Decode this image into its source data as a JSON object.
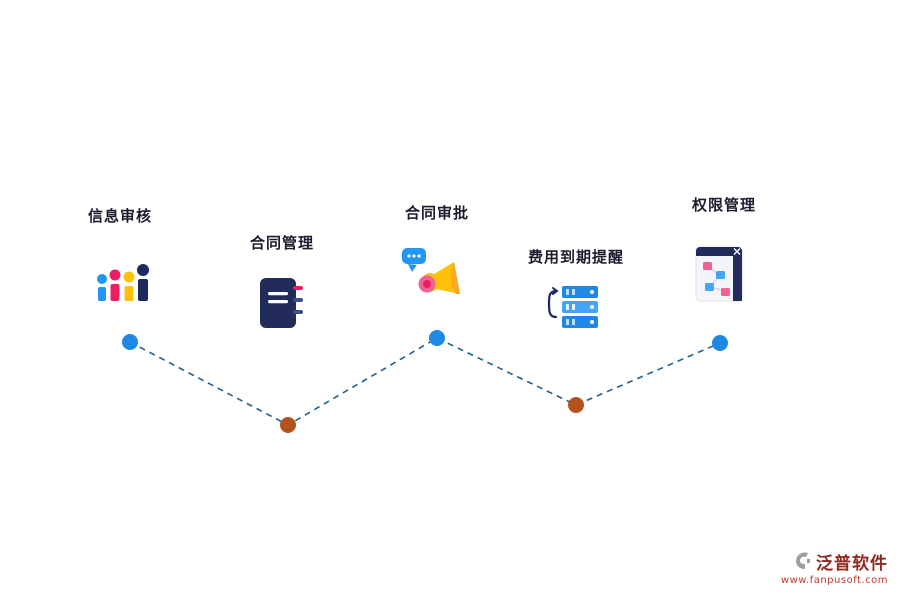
{
  "diagram": {
    "nodes": [
      {
        "label": "信息审核",
        "icon": "people-chart-icon",
        "dot_color": "#1e88e5"
      },
      {
        "label": "合同管理",
        "icon": "notebook-icon",
        "dot_color": "#b4531e"
      },
      {
        "label": "合同审批",
        "icon": "megaphone-icon",
        "dot_color": "#1e88e5"
      },
      {
        "label": "费用到期提醒",
        "icon": "server-stack-icon",
        "dot_color": "#b4531e"
      },
      {
        "label": "权限管理",
        "icon": "kanban-board-icon",
        "dot_color": "#1e88e5"
      }
    ],
    "connector_color": "#1f618d"
  },
  "watermark": {
    "brand": "泛普软件",
    "url": "www.fanpusoft.com",
    "brand_color": "#8e2a21",
    "url_color": "#c0392b",
    "logo_color": "#9e9e9e"
  }
}
